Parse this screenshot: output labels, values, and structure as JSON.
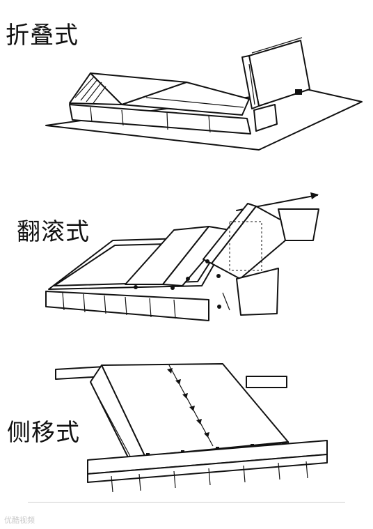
{
  "labels": {
    "folding": "折叠式",
    "rolling": "翻滚式",
    "side_shift": "侧移式"
  },
  "watermark": "优酷视频"
}
